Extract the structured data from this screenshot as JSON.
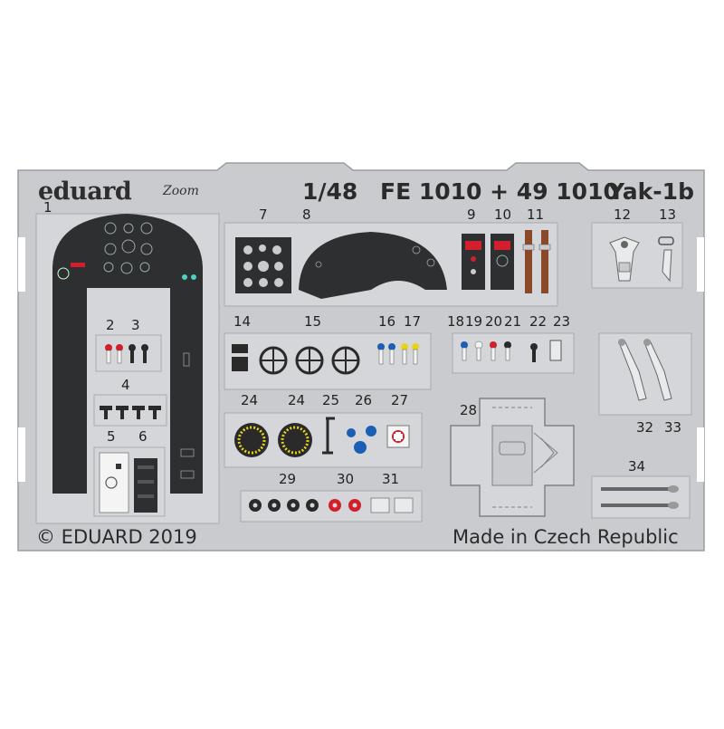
{
  "brand": {
    "name": "eduard",
    "sub": "Zoom"
  },
  "header": {
    "scale": "1/48",
    "code": "FE 1010 + 49 1010",
    "model": "Yak-1b"
  },
  "footer": {
    "copyright": "© EDUARD 2019",
    "origin": "Made in Czech Republic"
  },
  "parts": {
    "p1": "1",
    "p2": "2",
    "p3": "3",
    "p4": "4",
    "p5": "5",
    "p6": "6",
    "p7": "7",
    "p8": "8",
    "p9": "9",
    "p10": "10",
    "p11": "11",
    "p12": "12",
    "p13": "13",
    "p14": "14",
    "p15": "15",
    "p16": "16",
    "p17": "17",
    "p18": "18",
    "p19": "19",
    "p20": "20",
    "p21": "21",
    "p22": "22",
    "p23": "23",
    "p24a": "24",
    "p24b": "24",
    "p25": "25",
    "p26": "26",
    "p27": "27",
    "p28": "28",
    "p29": "29",
    "p30": "30",
    "p31": "31",
    "p32": "32",
    "p33": "33",
    "p34": "34"
  },
  "colors": {
    "fret": "#c9cbce",
    "panel": "#d4d6d9",
    "etch": "#2a2a2a",
    "red": "#d21f2b",
    "blue": "#1a5fb4",
    "yellow": "#e8d21c",
    "white": "#f4f4f4",
    "brown": "#8a4a2a"
  }
}
